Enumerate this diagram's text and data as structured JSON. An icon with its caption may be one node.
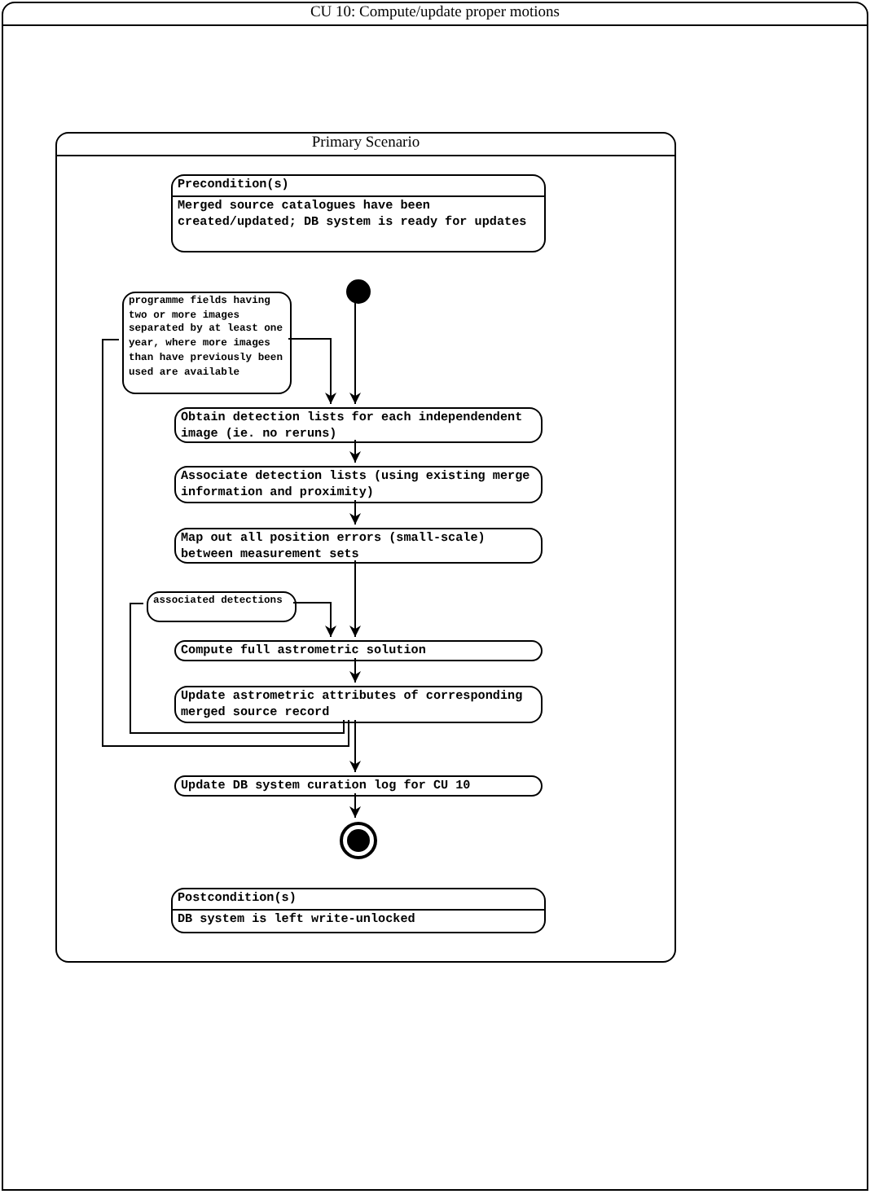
{
  "diagram": {
    "nodes": [
      {
        "text": [
          "CU 10: Compute/update proper motions"
        ]
      },
      {
        "text": [
          "Primary Scenario"
        ],
        "in": 0
      },
      {
        "text": [
          "Precondition(s)",
          "Merged source catalogues have been created/updated; DB system is ready for updates"
        ],
        "in": 1
      },
      {
        "text": [],
        "shape": "circle",
        "in": 1
      },
      {
        "text": [
          "programme fields having two or more images separated by at least one year, where more images than have previously been used are available"
        ],
        "in": 1
      },
      {
        "text": [
          "Obtain detection lists for each independendent image (ie. no reruns)"
        ],
        "in": 1
      },
      {
        "text": [
          "Associate detection lists (using existing merge information and proximity)"
        ],
        "in": 1
      },
      {
        "text": [
          "Map out all position errors (small-scale) between measurement sets"
        ],
        "in": 1
      },
      {
        "text": [
          "associated detections"
        ],
        "in": 1
      },
      {
        "text": [
          "Compute full astrometric solution"
        ],
        "in": 1
      },
      {
        "text": [
          "Update astrometric attributes of corresponding merged source record"
        ],
        "in": 1
      },
      {
        "text": [
          "Update DB system curation log for CU 10"
        ],
        "in": 1
      },
      {
        "text": [],
        "shape": "bullseye",
        "in": 1
      },
      {
        "text": [
          "Postcondition(s)",
          "DB system is left write-unlocked"
        ],
        "in": 1
      }
    ],
    "edges": [
      {
        "from": 3,
        "to": 5,
        "arrow": "to"
      },
      {
        "from": 4,
        "to": 5,
        "arrow": "to"
      },
      {
        "from": 5,
        "to": 6,
        "arrow": "to"
      },
      {
        "from": 6,
        "to": 7,
        "arrow": "to"
      },
      {
        "from": 7,
        "to": 9,
        "arrow": "to"
      },
      {
        "from": 8,
        "to": 9,
        "arrow": "to"
      },
      {
        "from": 9,
        "to": 10,
        "arrow": "to"
      },
      {
        "from": 10,
        "to": 11,
        "arrow": "to"
      },
      {
        "from": 11,
        "to": 12,
        "arrow": "to"
      },
      {
        "from": 10,
        "to": 4,
        "arrow": "none"
      },
      {
        "from": 10,
        "to": 8,
        "arrow": "none"
      }
    ]
  }
}
